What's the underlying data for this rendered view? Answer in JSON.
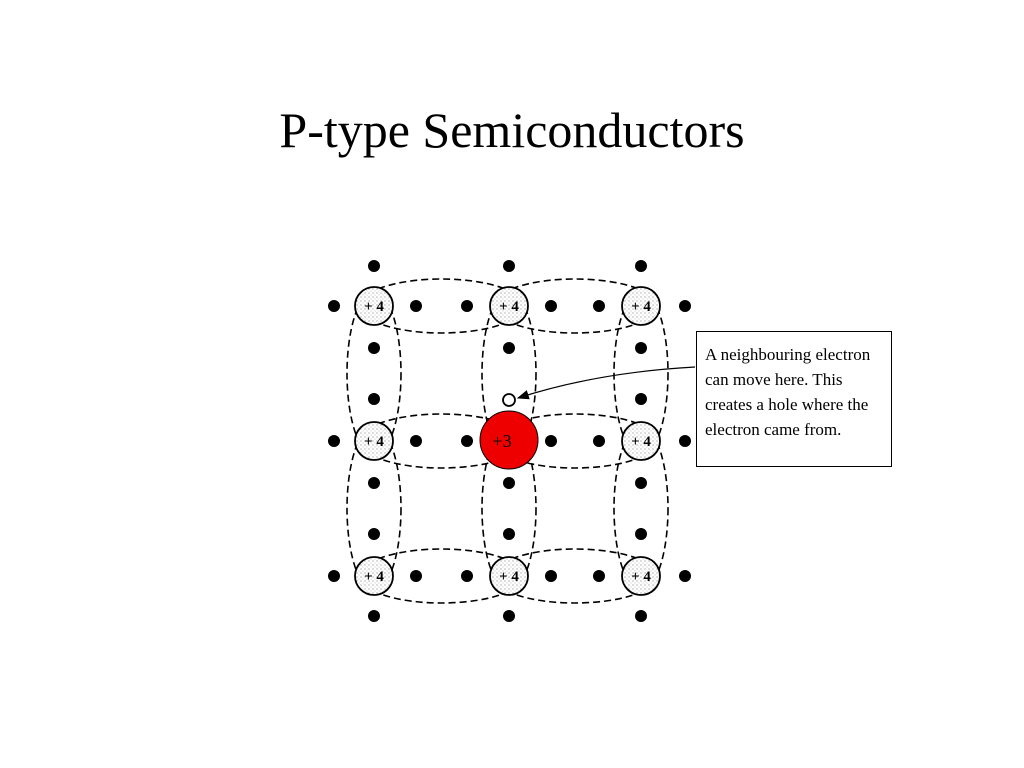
{
  "slide": {
    "title": "P-type Semiconductors"
  },
  "diagram": {
    "host_atom_label": "+ 4",
    "dopant_atom_label": "+3",
    "dopant_color": "#ee0000",
    "callout_text": "A neighbouring electron can move here. This creates a hole where the electron came from.",
    "lattice": {
      "rows": 3,
      "columns": 3,
      "dopant_position": [
        1,
        1
      ],
      "hole_position": "above dopant atom"
    }
  }
}
